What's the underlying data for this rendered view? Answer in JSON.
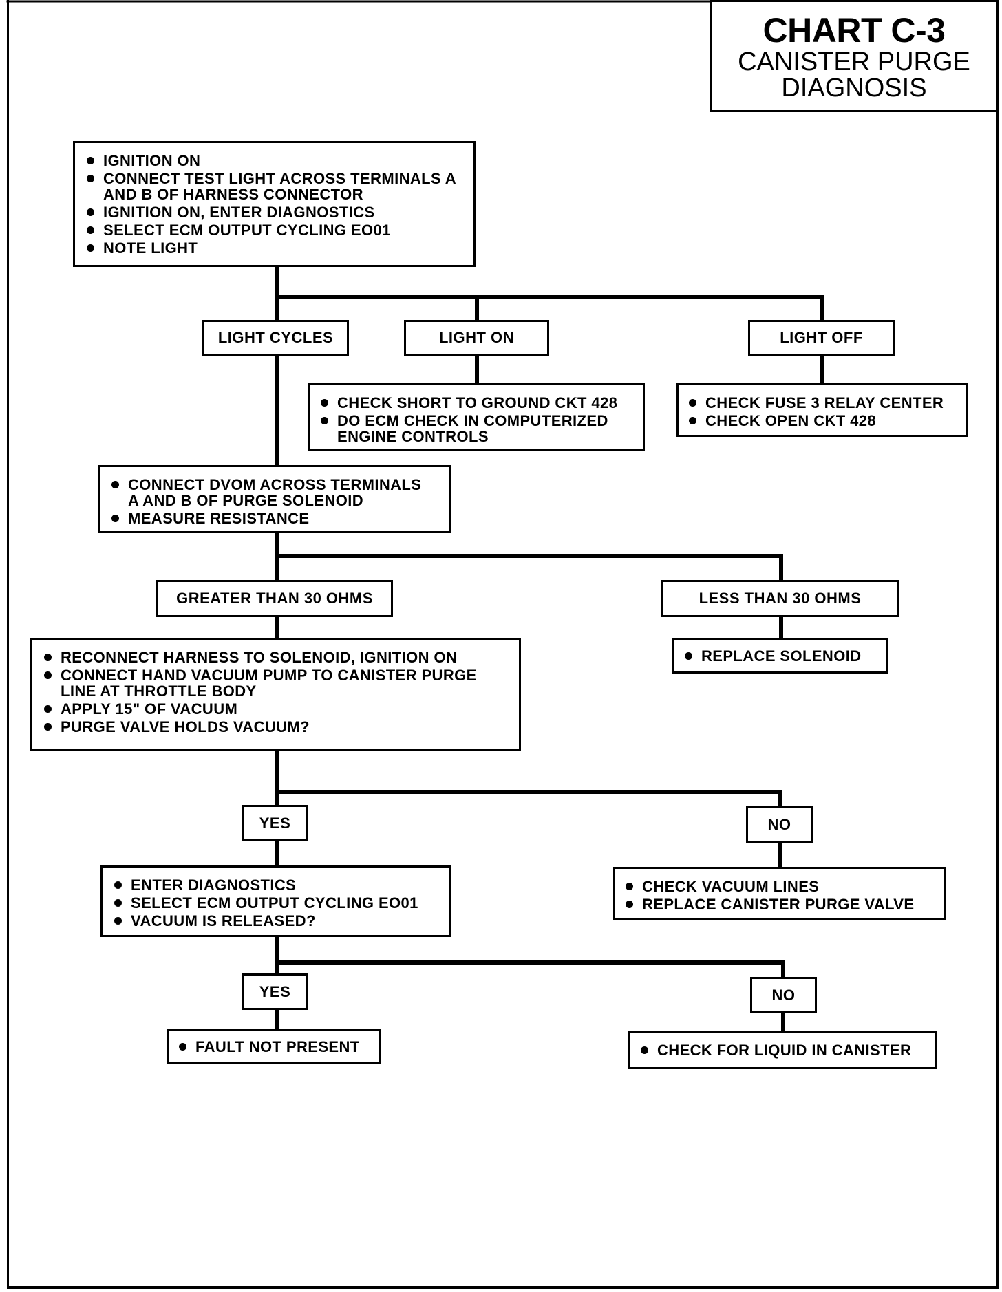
{
  "header": {
    "title": "CHART C-3",
    "subtitle": "CANISTER PURGE\nDIAGNOSIS"
  },
  "steps": {
    "initial": [
      "IGNITION ON",
      "CONNECT TEST LIGHT ACROSS TERMINALS A AND B OF HARNESS CONNECTOR",
      "IGNITION ON, ENTER DIAGNOSTICS",
      "SELECT ECM OUTPUT CYCLING EO01",
      "NOTE LIGHT"
    ],
    "light_on_actions": [
      "CHECK SHORT TO GROUND CKT 428",
      "DO ECM CHECK IN COMPUTERIZED ENGINE CONTROLS"
    ],
    "light_off_actions": [
      "CHECK FUSE 3 RELAY CENTER",
      "CHECK OPEN CKT 428"
    ],
    "dvom_step": [
      "CONNECT DVOM ACROSS TERMINALS A AND B OF PURGE SOLENOID",
      "MEASURE RESISTANCE"
    ],
    "vacuum_step": [
      "RECONNECT HARNESS TO SOLENOID, IGNITION ON",
      "CONNECT HAND VACUUM PUMP TO CANISTER PURGE LINE AT THROTTLE BODY",
      "APPLY 15\" OF VACUUM",
      "PURGE VALVE HOLDS VACUUM?"
    ],
    "less_than_actions": [
      "REPLACE SOLENOID"
    ],
    "diagnostics_step": [
      "ENTER DIAGNOSTICS",
      "SELECT ECM OUTPUT CYCLING EO01",
      "VACUUM IS RELEASED?"
    ],
    "no_vacuum_actions": [
      "CHECK VACUUM LINES",
      "REPLACE CANISTER PURGE VALVE"
    ],
    "fault_not_present": [
      "FAULT NOT PRESENT"
    ],
    "check_liquid": [
      "CHECK FOR LIQUID IN CANISTER"
    ]
  },
  "outcomes": {
    "light_cycles": "LIGHT CYCLES",
    "light_on": "LIGHT ON",
    "light_off": "LIGHT OFF",
    "greater_than": "GREATER THAN 30 OHMS",
    "less_than": "LESS THAN 30 OHMS",
    "yes_1": "YES",
    "no_1": "NO",
    "yes_2": "YES",
    "no_2": "NO"
  }
}
